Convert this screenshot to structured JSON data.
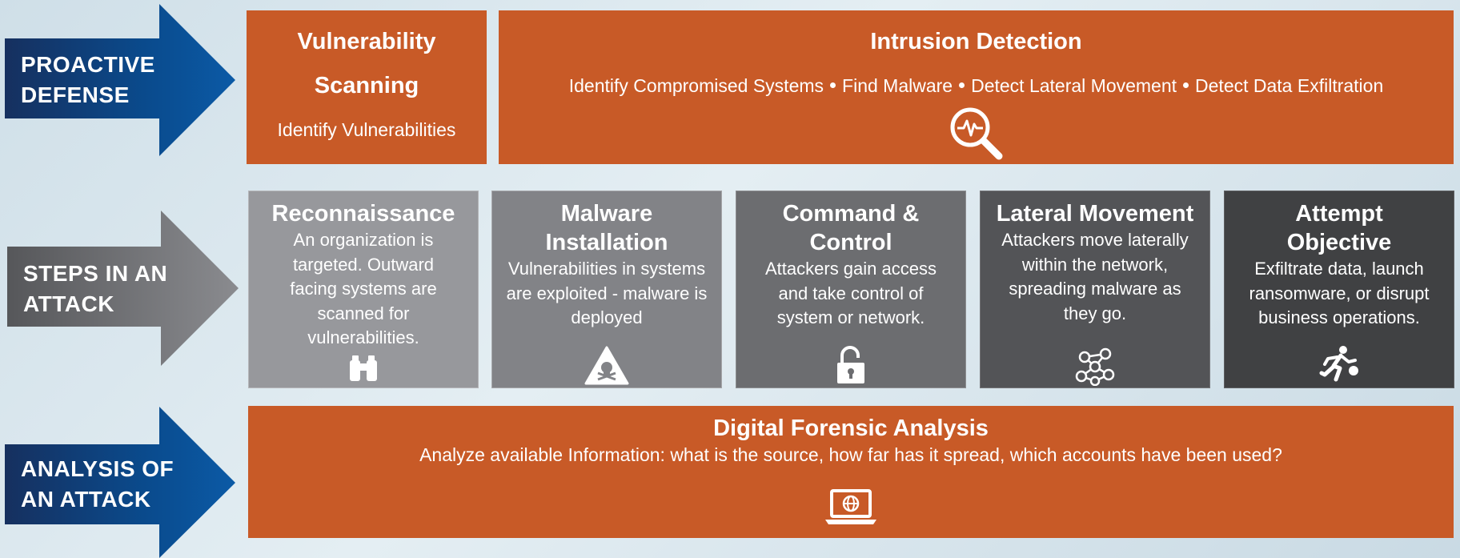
{
  "rows": {
    "proactive_label": "PROACTIVE\nDEFENSE",
    "steps_label": "STEPS IN AN\nATTACK",
    "analysis_label": "ANALYSIS OF\nAN ATTACK"
  },
  "vulnerability_scanning": {
    "title_line1": "Vulnerability",
    "title_line2": "Scanning",
    "description": "Identify Vulnerabilities"
  },
  "intrusion_detection": {
    "title": "Intrusion Detection",
    "items": [
      "Identify Compromised Systems",
      "Find Malware",
      "Detect Lateral Movement",
      "Detect Data Exfiltration"
    ],
    "icon": "magnifier-pulse-icon"
  },
  "steps": [
    {
      "title": "Reconnaissance",
      "description": "An organization is targeted. Outward facing systems are scanned for vulnerabilities.",
      "icon": "binoculars-icon",
      "color": "#97989c"
    },
    {
      "title": "Malware Installation",
      "description": "Vulnerabilities in systems are exploited - malware is deployed",
      "icon": "skull-warning-icon",
      "color": "#828387"
    },
    {
      "title": "Command & Control",
      "description": "Attackers gain access and take control of system or network.",
      "icon": "unlocked-padlock-icon",
      "color": "#6c6d70"
    },
    {
      "title": "Lateral Movement",
      "description": "Attackers move laterally within the network, spreading malware as they go.",
      "icon": "network-users-icon",
      "color": "#535457"
    },
    {
      "title": "Attempt Objective",
      "description": "Exfiltrate data, launch ransomware, or disrupt business operations.",
      "icon": "running-figure-icon",
      "color": "#404143"
    }
  ],
  "digital_forensic": {
    "title": "Digital Forensic Analysis",
    "description": "Analyze available Information: what is the source, how far has it spread, which accounts have been used?",
    "icon": "laptop-globe-icon"
  },
  "colors": {
    "orange": "#c85a27",
    "blue_arrow": "#0f4c8a",
    "gray_arrow": "#6d6e72"
  }
}
